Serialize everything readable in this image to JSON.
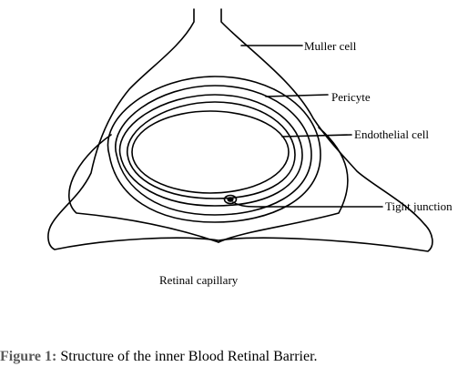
{
  "diagram": {
    "labels": {
      "muller_cell": "Muller cell",
      "pericyte": "Pericyte",
      "endothelial_cell": "Endothelial cell",
      "tight_junction": "Tight junction",
      "retinal_capillary": "Retinal capillary"
    },
    "colors": {
      "stroke": "#000000",
      "background": "#ffffff"
    }
  },
  "caption": {
    "label": "Figure 1",
    "text": "Structure of the inner Blood Retinal Barrier."
  }
}
